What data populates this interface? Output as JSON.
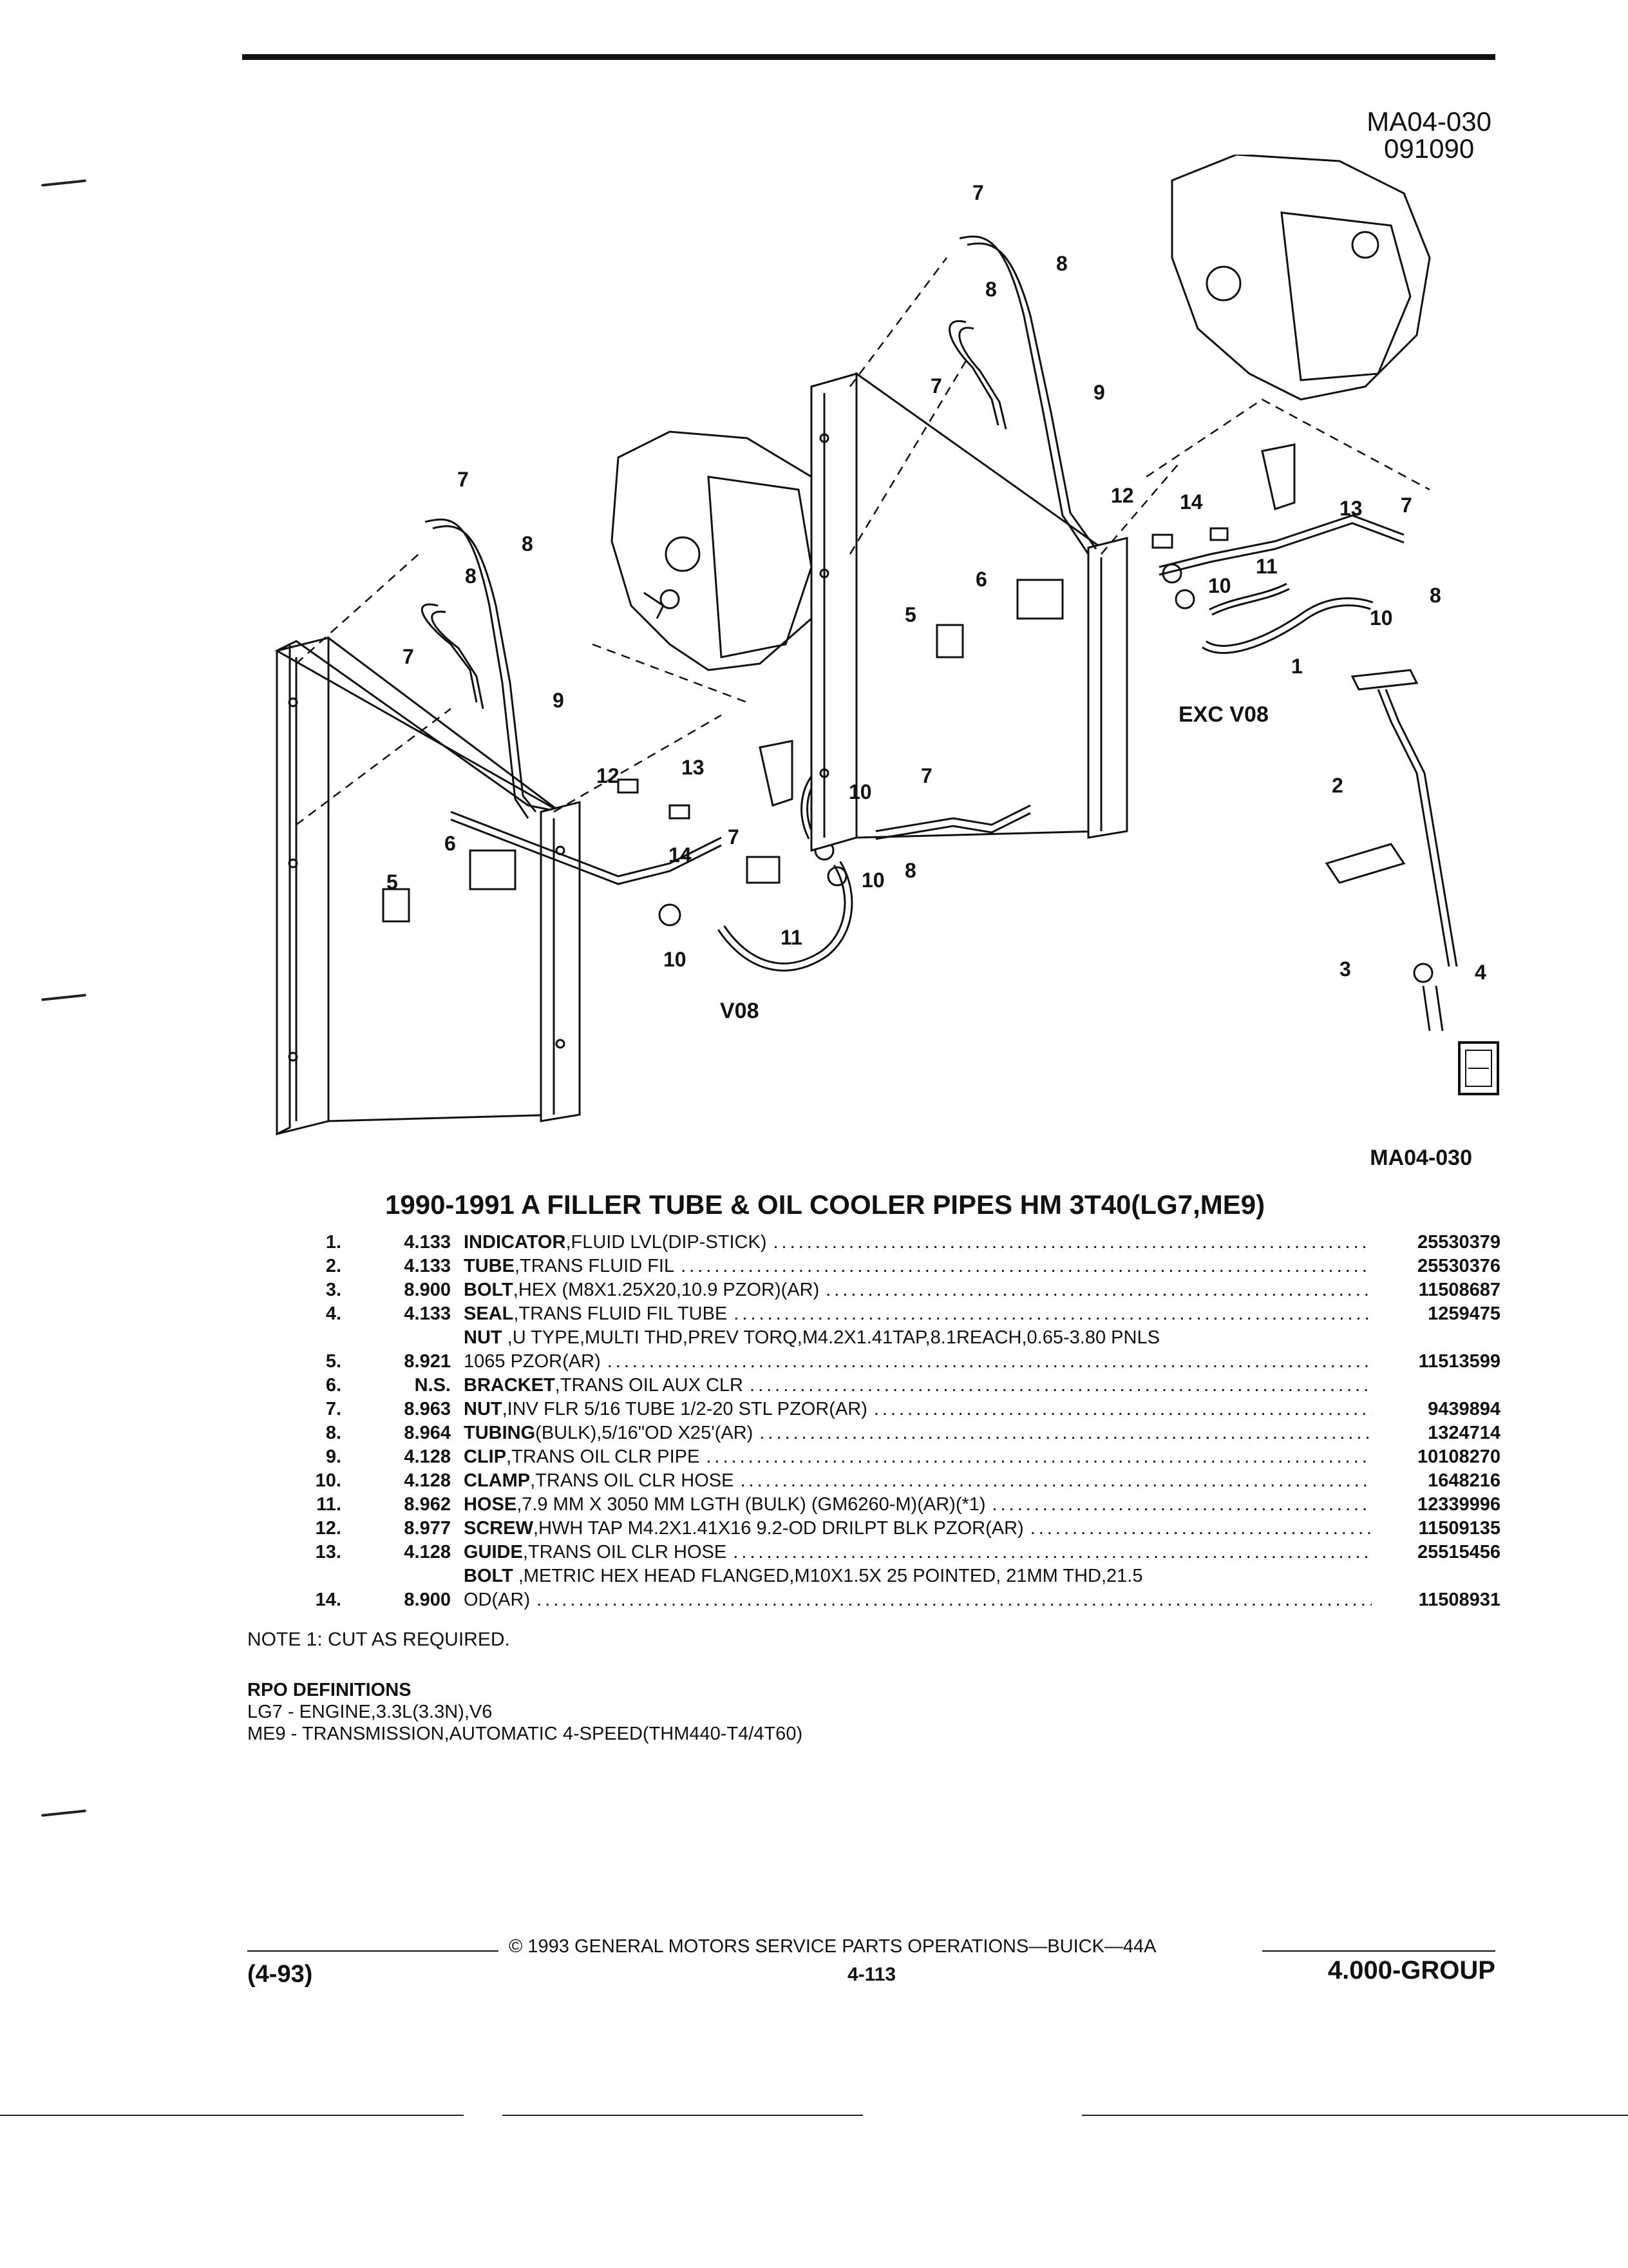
{
  "diagram": {
    "id_line1": "MA04-030",
    "id_line2": "091090",
    "caption": "MA04-030",
    "label_v08": "V08",
    "label_exc_v08": "EXC V08",
    "callouts_left": [
      "7",
      "8",
      "8",
      "7",
      "9",
      "12",
      "13",
      "10",
      "7",
      "7",
      "6",
      "5",
      "14",
      "10",
      "8",
      "10",
      "11"
    ],
    "callouts_right": [
      "7",
      "8",
      "8",
      "7",
      "9",
      "12",
      "14",
      "13",
      "7",
      "6",
      "5",
      "10",
      "11",
      "10",
      "8",
      "1",
      "2",
      "3",
      "4"
    ]
  },
  "title": "1990-1991 A FILLER TUBE & OIL COOLER PIPES HM 3T40(LG7,ME9)",
  "parts": [
    {
      "num": "1.",
      "code": "4.133",
      "name": "INDICATOR",
      "desc": " ,FLUID LVL(DIP-STICK)",
      "part_no": "25530379"
    },
    {
      "num": "2.",
      "code": "4.133",
      "name": "TUBE",
      "desc": " ,TRANS FLUID FIL",
      "part_no": "25530376"
    },
    {
      "num": "3.",
      "code": "8.900",
      "name": "BOLT",
      "desc": " ,HEX (M8X1.25X20,10.9 PZOR)(AR)",
      "part_no": "11508687"
    },
    {
      "num": "4.",
      "code": "4.133",
      "name": "SEAL",
      "desc": " ,TRANS FLUID FIL TUBE",
      "part_no": "1259475"
    },
    {
      "num": "5.",
      "code": "8.921",
      "name": "NUT",
      "desc": " ,U TYPE,MULTI THD,PREV TORQ,M4.2X1.41TAP,8.1REACH,0.65-3.80 PNLS",
      "desc2": "1065 PZOR(AR)",
      "part_no": "11513599"
    },
    {
      "num": "6.",
      "code": "N.S.",
      "name": "BRACKET",
      "desc": " ,TRANS OIL AUX CLR",
      "part_no": ""
    },
    {
      "num": "7.",
      "code": "8.963",
      "name": "NUT",
      "desc": " ,INV FLR 5/16 TUBE 1/2-20 STL PZOR(AR)",
      "part_no": "9439894"
    },
    {
      "num": "8.",
      "code": "8.964",
      "name": "TUBING",
      "desc": " (BULK),5/16\"OD X25'(AR)",
      "part_no": "1324714"
    },
    {
      "num": "9.",
      "code": "4.128",
      "name": "CLIP",
      "desc": " ,TRANS OIL CLR PIPE",
      "part_no": "10108270"
    },
    {
      "num": "10.",
      "code": "4.128",
      "name": "CLAMP",
      "desc": " ,TRANS OIL CLR HOSE",
      "part_no": "1648216"
    },
    {
      "num": "11.",
      "code": "8.962",
      "name": "HOSE",
      "desc": " ,7.9 MM X 3050 MM LGTH (BULK) (GM6260-M)(AR)(*1)",
      "part_no": "12339996"
    },
    {
      "num": "12.",
      "code": "8.977",
      "name": "SCREW",
      "desc": " ,HWH TAP M4.2X1.41X16 9.2-OD DRILPT BLK PZOR(AR)",
      "part_no": "11509135"
    },
    {
      "num": "13.",
      "code": "4.128",
      "name": "GUIDE",
      "desc": " ,TRANS OIL CLR HOSE",
      "part_no": "25515456"
    },
    {
      "num": "14.",
      "code": "8.900",
      "name": "BOLT",
      "desc": " ,METRIC HEX HEAD FLANGED,M10X1.5X 25 POINTED, 21MM THD,21.5",
      "desc2": "OD(AR)",
      "part_no": "11508931"
    }
  ],
  "note": "NOTE  1:  CUT AS REQUIRED.",
  "rpo": {
    "heading": "RPO DEFINITIONS",
    "lines": [
      "LG7 - ENGINE,3.3L(3.3N),V6",
      "ME9 - TRANSMISSION,AUTOMATIC 4-SPEED(THM440-T4/4T60)"
    ]
  },
  "footer": {
    "copyright": "© 1993  GENERAL MOTORS SERVICE PARTS OPERATIONS—BUICK—44A",
    "date": "(4-93)",
    "page": "4-113",
    "group": "4.000-GROUP"
  }
}
